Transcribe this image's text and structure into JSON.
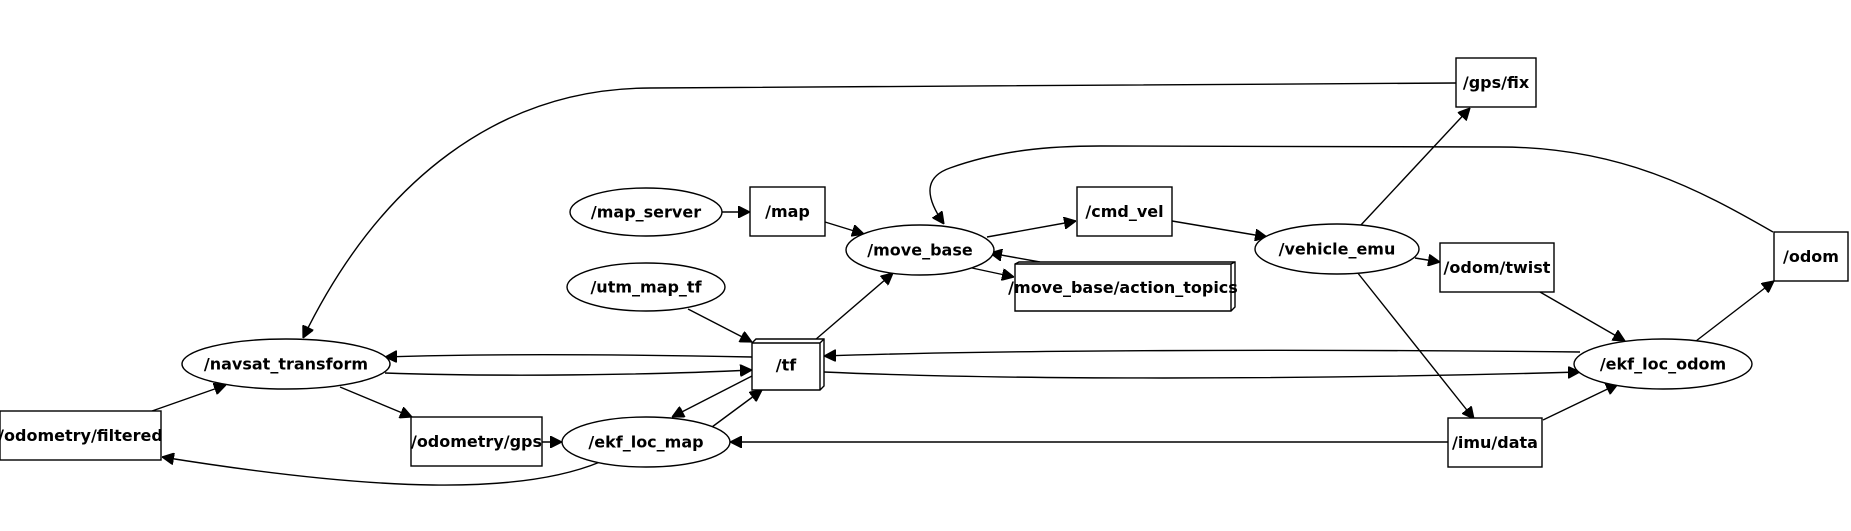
{
  "diagram": {
    "nodes": {
      "gps_fix": "/gps/fix",
      "map_server": "/map_server",
      "map": "/map",
      "cmd_vel": "/cmd_vel",
      "move_base": "/move_base",
      "move_base_action_topics": "/move_base/action_topics",
      "vehicle_emu": "/vehicle_emu",
      "odom_twist": "/odom/twist",
      "odom": "/odom",
      "utm_map_tf": "/utm_map_tf",
      "tf": "/tf",
      "navsat_transform": "/navsat_transform",
      "ekf_loc_odom": "/ekf_loc_odom",
      "odometry_filtered": "/odometry/filtered",
      "odometry_gps": "/odometry/gps",
      "ekf_loc_map": "/ekf_loc_map",
      "imu_data": "/imu/data"
    },
    "edges": [
      {
        "from": "gps_fix",
        "to": "navsat_transform"
      },
      {
        "from": "odom",
        "to": "move_base"
      },
      {
        "from": "map_server",
        "to": "map"
      },
      {
        "from": "map",
        "to": "move_base"
      },
      {
        "from": "move_base",
        "to": "cmd_vel"
      },
      {
        "from": "cmd_vel",
        "to": "vehicle_emu"
      },
      {
        "from": "move_base",
        "to": "move_base_action_topics"
      },
      {
        "from": "move_base_action_topics",
        "to": "move_base"
      },
      {
        "from": "vehicle_emu",
        "to": "gps_fix"
      },
      {
        "from": "vehicle_emu",
        "to": "odom_twist"
      },
      {
        "from": "vehicle_emu",
        "to": "imu_data"
      },
      {
        "from": "odom_twist",
        "to": "ekf_loc_odom"
      },
      {
        "from": "ekf_loc_odom",
        "to": "odom"
      },
      {
        "from": "utm_map_tf",
        "to": "tf"
      },
      {
        "from": "tf",
        "to": "move_base"
      },
      {
        "from": "tf",
        "to": "navsat_transform"
      },
      {
        "from": "navsat_transform",
        "to": "tf"
      },
      {
        "from": "ekf_loc_odom",
        "to": "tf"
      },
      {
        "from": "tf",
        "to": "ekf_loc_odom"
      },
      {
        "from": "tf",
        "to": "ekf_loc_map"
      },
      {
        "from": "ekf_loc_map",
        "to": "tf"
      },
      {
        "from": "odometry_filtered",
        "to": "navsat_transform"
      },
      {
        "from": "navsat_transform",
        "to": "odometry_gps"
      },
      {
        "from": "odometry_gps",
        "to": "ekf_loc_map"
      },
      {
        "from": "ekf_loc_map",
        "to": "odometry_filtered"
      },
      {
        "from": "imu_data",
        "to": "ekf_loc_map"
      },
      {
        "from": "imu_data",
        "to": "ekf_loc_odom"
      }
    ]
  }
}
